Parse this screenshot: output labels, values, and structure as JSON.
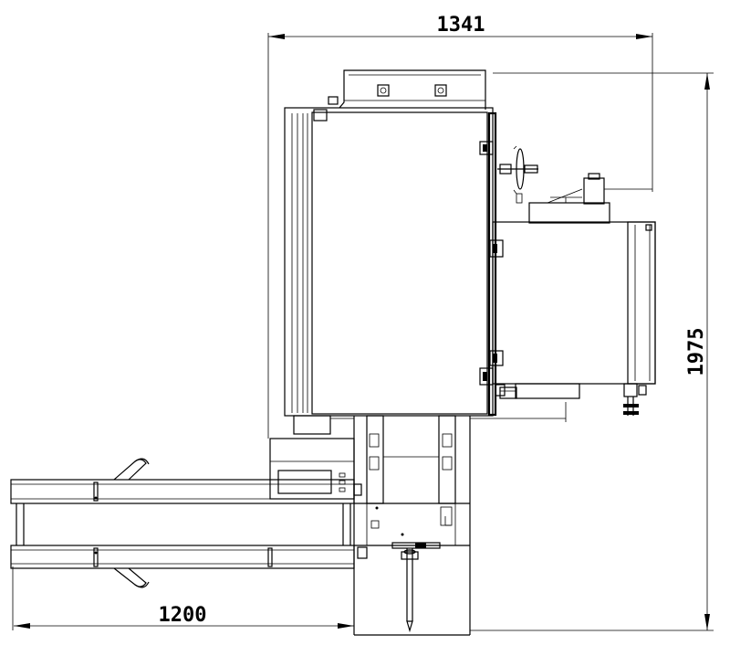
{
  "drawing": {
    "dimensions": {
      "width_top": "1341",
      "height_right": "1975",
      "width_bottom": "1200"
    }
  }
}
